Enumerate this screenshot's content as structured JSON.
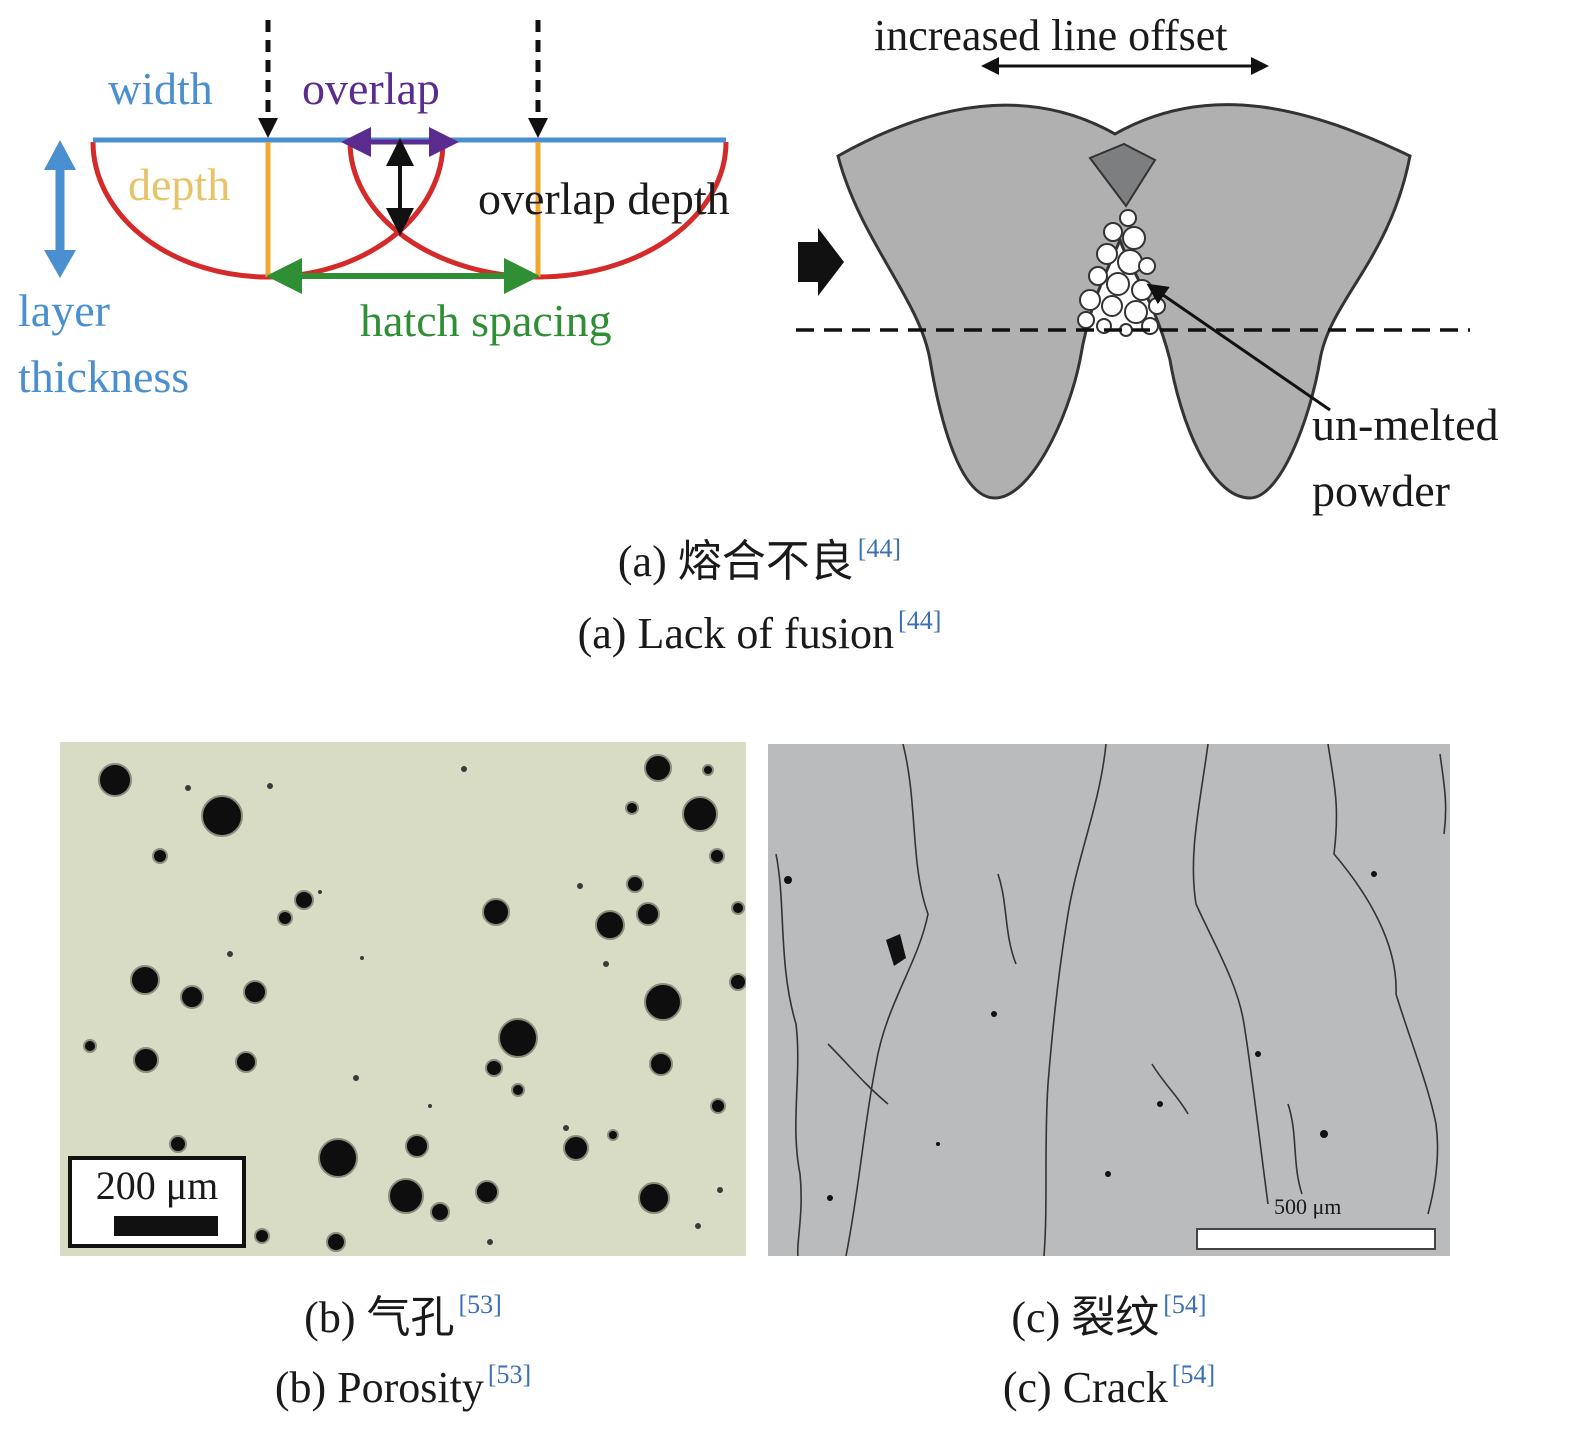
{
  "panel_a": {
    "left": {
      "width_label": "width",
      "overlap_label": "overlap",
      "depth_label": "depth",
      "overlap_depth_label": "overlap depth",
      "layer_label_line1": "layer",
      "layer_label_line2": "thickness",
      "hatch_label": "hatch spacing"
    },
    "right": {
      "offset_label": "increased line offset",
      "powder_line1": "un-melted",
      "powder_line2": "powder"
    },
    "caption_cn": "(a) 熔合不良",
    "caption_en": "(a) Lack of fusion",
    "ref": "[44]"
  },
  "panel_b": {
    "scale_label": "200 μm",
    "caption_cn": "(b) 气孔",
    "caption_en": "(b) Porosity",
    "ref": "[53]"
  },
  "panel_c": {
    "scale_label": "500 μm",
    "caption_cn": "(c) 裂纹",
    "caption_en": "(c) Crack",
    "ref": "[54]"
  },
  "colors": {
    "blue": "#4a8fcf",
    "purple": "#5b2c8f",
    "orange": "#f0a830",
    "depth_text": "#e7c46a",
    "red": "#d42a2a",
    "green": "#2f8f35",
    "ref": "#3a6fb5",
    "melt_gray": "#b0b0b0",
    "porosity_bg": "#d9dcc5",
    "crack_bg": "#b9bbbd"
  }
}
